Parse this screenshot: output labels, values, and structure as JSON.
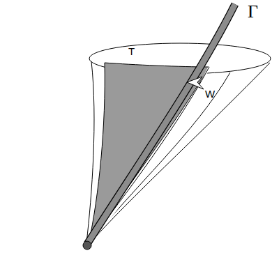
{
  "diagram": {
    "labels": [
      "Γ",
      "T",
      "W"
    ]
  }
}
